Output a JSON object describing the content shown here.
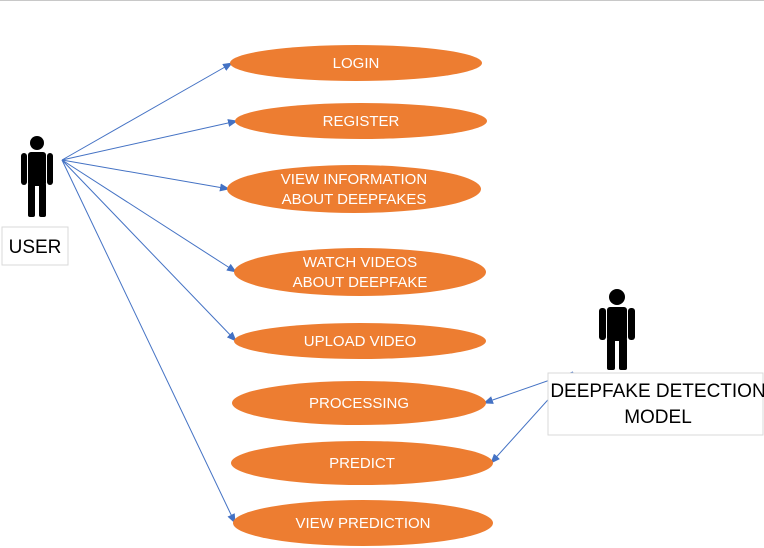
{
  "actors": {
    "user": {
      "label": "USER"
    },
    "model": {
      "label_line1": "DEEPFAKE DETECTION",
      "label_line2": "MODEL"
    }
  },
  "use_cases": [
    {
      "id": "login",
      "lines": [
        "LOGIN"
      ]
    },
    {
      "id": "register",
      "lines": [
        "REGISTER"
      ]
    },
    {
      "id": "view-information",
      "lines": [
        "VIEW INFORMATION",
        "ABOUT DEEPFAKES"
      ]
    },
    {
      "id": "watch-videos",
      "lines": [
        "WATCH VIDEOS",
        "ABOUT DEEPFAKE"
      ]
    },
    {
      "id": "upload-video",
      "lines": [
        "UPLOAD VIDEO"
      ]
    },
    {
      "id": "processing",
      "lines": [
        "PROCESSING"
      ]
    },
    {
      "id": "predict",
      "lines": [
        "PREDICT"
      ]
    },
    {
      "id": "view-prediction",
      "lines": [
        "VIEW PREDICTION"
      ]
    }
  ],
  "associations": {
    "user": [
      "login",
      "register",
      "view-information",
      "watch-videos",
      "upload-video",
      "view-prediction"
    ],
    "model": [
      "processing",
      "predict"
    ]
  },
  "colors": {
    "ellipse_fill": "#ED7D31",
    "arrow": "#4472C4",
    "actor": "#000000"
  }
}
